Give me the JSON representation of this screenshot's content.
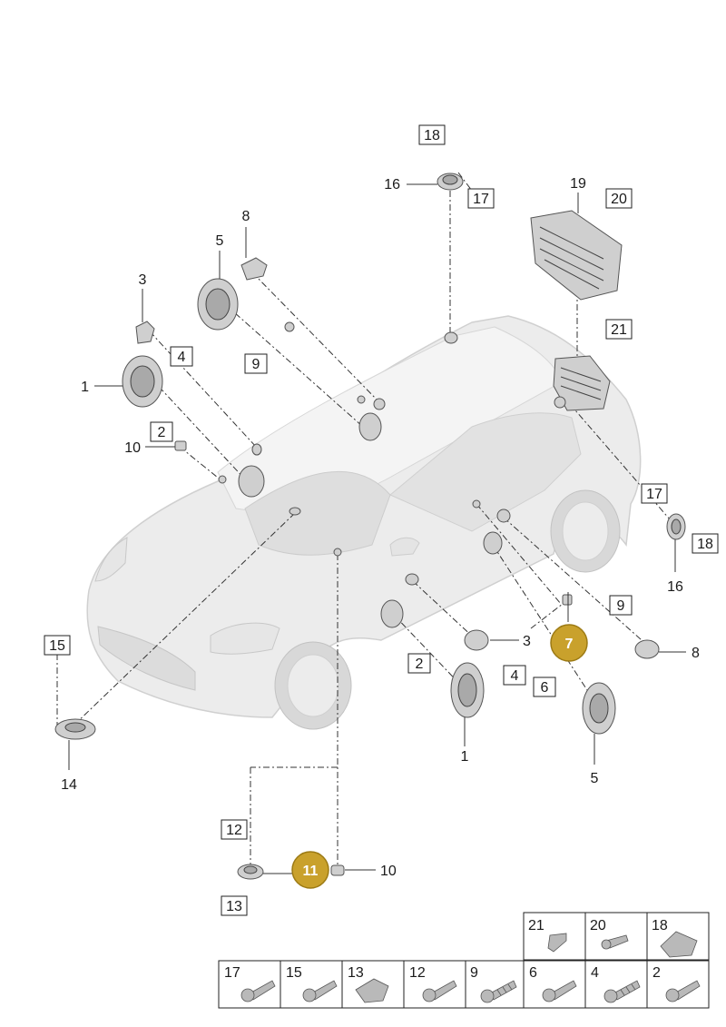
{
  "callouts": {
    "c18_top": "18",
    "c16_top": "16",
    "c17_top": "17",
    "c19": "19",
    "c20": "20",
    "c21": "21",
    "c8_top": "8",
    "c5_top": "5",
    "c3_top": "3",
    "c4_top": "4",
    "c9_top": "9",
    "c1_left": "1",
    "c2_left": "2",
    "c10_left": "10",
    "c17_right": "17",
    "c18_right": "18",
    "c16_right": "16",
    "c9_right": "9",
    "c8_right": "8",
    "c3_mid": "3",
    "c4_mid": "4",
    "c2_mid": "2",
    "c1_mid": "1",
    "c6": "6",
    "c5_right": "5",
    "c15": "15",
    "c14": "14",
    "c12": "12",
    "c13": "13",
    "c10_bottom": "10"
  },
  "badges": {
    "b7": "7",
    "b11": "11"
  },
  "fastener_table": {
    "top_row": [
      "21",
      "20",
      "18"
    ],
    "bottom_row": [
      "17",
      "15",
      "13",
      "12",
      "9",
      "6",
      "4",
      "2"
    ]
  }
}
